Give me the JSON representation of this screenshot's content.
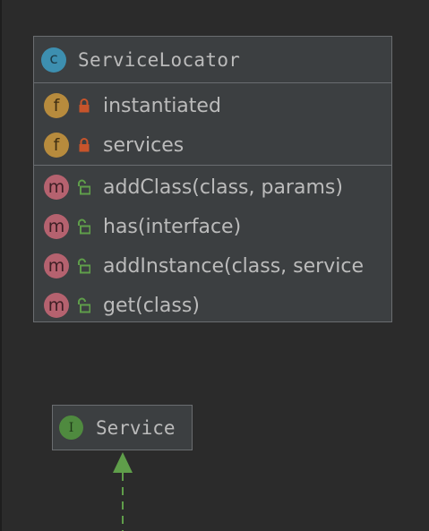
{
  "diagram": {
    "class_box": {
      "stereotype_icon": "class-icon",
      "stereotype_letter": "c",
      "title": "ServiceLocator",
      "fields": [
        {
          "icon": "field-icon",
          "letter": "f",
          "visibility": "private-lock-icon",
          "label": "instantiated"
        },
        {
          "icon": "field-icon",
          "letter": "f",
          "visibility": "private-lock-icon",
          "label": "services"
        }
      ],
      "methods": [
        {
          "icon": "method-icon",
          "letter": "m",
          "visibility": "public-unlock-icon",
          "label": "addClass(class, params)"
        },
        {
          "icon": "method-icon",
          "letter": "m",
          "visibility": "public-unlock-icon",
          "label": "has(interface)"
        },
        {
          "icon": "method-icon",
          "letter": "m",
          "visibility": "public-unlock-icon",
          "label": "addInstance(class, service"
        },
        {
          "icon": "method-icon",
          "letter": "m",
          "visibility": "public-unlock-icon",
          "label": "get(class)"
        }
      ]
    },
    "interface_box": {
      "stereotype_icon": "interface-icon",
      "stereotype_letter": "I",
      "title": "Service"
    },
    "colors": {
      "background": "#2b2b2b",
      "box_fill": "#3c3f41",
      "box_border": "#6a6d70",
      "text": "#bbbbbb",
      "class_badge": "#3d8fb0",
      "field_badge": "#b78b3d",
      "method_badge": "#b5626f",
      "interface_badge": "#4f8a3f",
      "private_lock": "#c7542b",
      "public_lock": "#5f9e4a",
      "arrow": "#5f9e4a"
    }
  }
}
